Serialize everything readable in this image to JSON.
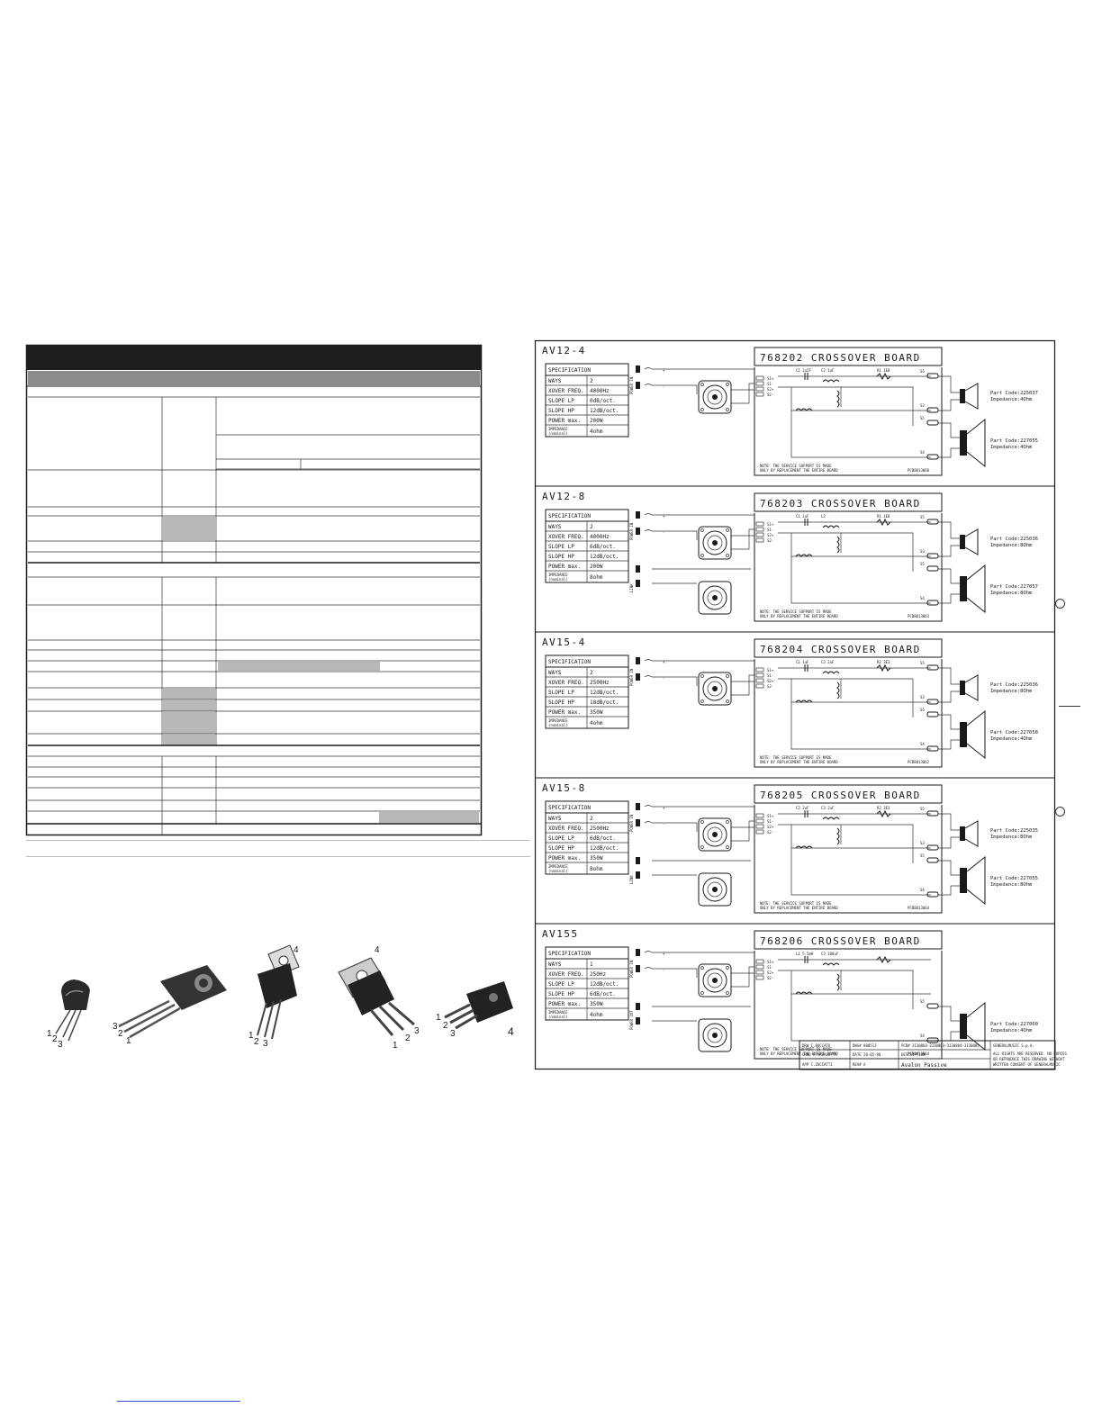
{
  "spec_labels": {
    "title": "SPECIFICATION",
    "ways": "WAYS",
    "xover": "XOVER FREQ.",
    "slope_lp": "SLOPE LP",
    "slope_hp": "SLOPE HP",
    "power": "POWER max.",
    "impedance_1": "IMPEDANCE",
    "impedance_2": "(nominal)"
  },
  "connector_labels": {
    "power_in": "POWER IN",
    "link": "LINK",
    "power_out": "POWER OUT",
    "s1p": "S1+",
    "s1m": "S1-",
    "s2p": "S2+",
    "s2m": "S2-",
    "s3": "S3",
    "s4": "S4",
    "s5": "S5",
    "plus": "+",
    "minus": "-"
  },
  "note_line1": "NOTE: THE SERVICE SUPPORT IS MADE",
  "note_line2": "ONLY BY REPLACEMENT THE ENTIRE BOARD",
  "schematics": [
    {
      "model": "AV12-4",
      "board": "768202 CROSSOVER BOARD",
      "ways": "2",
      "xover": "4000Hz",
      "slope_lp": "0dB/oct.",
      "slope_hp": "12dB/oct.",
      "power": "200W",
      "impedance": "4ohm",
      "hf_part": "Part Code:225037",
      "hf_imp": "Impedance:4Ohm",
      "lf_part": "Part Code:227055",
      "lf_imp": "Impedance:4Ohm",
      "pcb": "PCB8013060",
      "c1": "C1 2u2F",
      "c2": "C2 1uF",
      "r1": "R1 1E0"
    },
    {
      "model": "AV12-8",
      "board": "768203 CROSSOVER BOARD",
      "ways": "2",
      "xover": "4000Hz",
      "slope_lp": "6dB/oct.",
      "slope_hp": "12dB/oct.",
      "power": "200W",
      "impedance": "8ohm",
      "hf_part": "Part Code:225036",
      "hf_imp": "Impedance:8Ohm",
      "lf_part": "Part Code:227057",
      "lf_imp": "Impedance:8Ohm",
      "pcb": "PCB8013063",
      "c1": "C1 1uF",
      "c2": "L2",
      "r1": "R1 1E0"
    },
    {
      "model": "AV15-4",
      "board": "768204 CROSSOVER BOARD",
      "ways": "2",
      "xover": "2500Hz",
      "slope_lp": "12dB/oct.",
      "slope_hp": "18dB/oct.",
      "power": "350W",
      "impedance": "4ohm",
      "hf_part": "Part Code:225036",
      "hf_imp": "Impedance:8Ohm",
      "lf_part": "Part Code:227058",
      "lf_imp": "Impedance:4Ohm",
      "pcb": "PCB8013062",
      "c1": "C1 1uF",
      "c2": "C3 2uF",
      "r1": "R2 3E3"
    },
    {
      "model": "AV15-8",
      "board": "768205 CROSSOVER BOARD",
      "ways": "2",
      "xover": "2500Hz",
      "slope_lp": "6dB/oct.",
      "slope_hp": "12dB/oct.",
      "power": "350W",
      "impedance": "8ohm",
      "hf_part": "Part Code:225035",
      "hf_imp": "Impedance:8Ohm",
      "lf_part": "Part Code:227055",
      "lf_imp": "Impedance:8Ohm",
      "pcb": "PCB8013064",
      "c1": "C2 2uF",
      "c2": "C3 2uF",
      "r1": "R2 3E3"
    },
    {
      "model": "AV155",
      "board": "768206 CROSSOVER BOARD",
      "ways": "1",
      "xover": "250Hz",
      "slope_lp": "12dB/oct.",
      "slope_hp": "6dB/oct.",
      "power": "350W",
      "impedance": "4ohm",
      "hf_part": "",
      "hf_imp": "",
      "lf_part": "Part Code:227060",
      "lf_imp": "Impedance:4Ohm",
      "pcb": "PCB8013064",
      "c1": "L1 5.5mH",
      "c2": "C3 100uF",
      "r1": ""
    }
  ],
  "title_block": {
    "drw": "DRW C.BOCCATO",
    "chkd": "CHKD R.MAZALOTTA",
    "app": "APP C.ZUCCATTI",
    "dwg": "DWG# 800513",
    "date": "DATE 20-05-98",
    "rev": "REV# A",
    "pcb": "PCB# 3130803-3130803-3130804-3130805",
    "desc": "DESCRIPTION",
    "product": "Avalon Passive",
    "company": "GENERALMUSIC S.p.A.",
    "rights_1": "ALL RIGHTS ARE RESERVED. NO COPIES",
    "rights_2": "OR REPRODUCE THIS DRAWING WITHOUT",
    "rights_3": "WRITTEN CONSENT OF GENERALMUSIC"
  },
  "packages": {
    "to92": {
      "pins": [
        "1",
        "2",
        "3"
      ]
    },
    "sot32": {
      "pins": [
        "3",
        "2",
        "1"
      ]
    },
    "to220": {
      "pins": [
        "1",
        "2",
        "3",
        "4"
      ]
    },
    "to218": {
      "pins": [
        "4",
        "1",
        "2",
        "3"
      ]
    },
    "to264": {
      "pins": [
        "1",
        "2",
        "3",
        "4"
      ]
    }
  },
  "colors": {
    "header_bar": "#1e1e1e",
    "subheader_bar": "#8c8c8c",
    "grey_cell": "#b8b8b8",
    "link_blue": "#2c4fd4"
  }
}
